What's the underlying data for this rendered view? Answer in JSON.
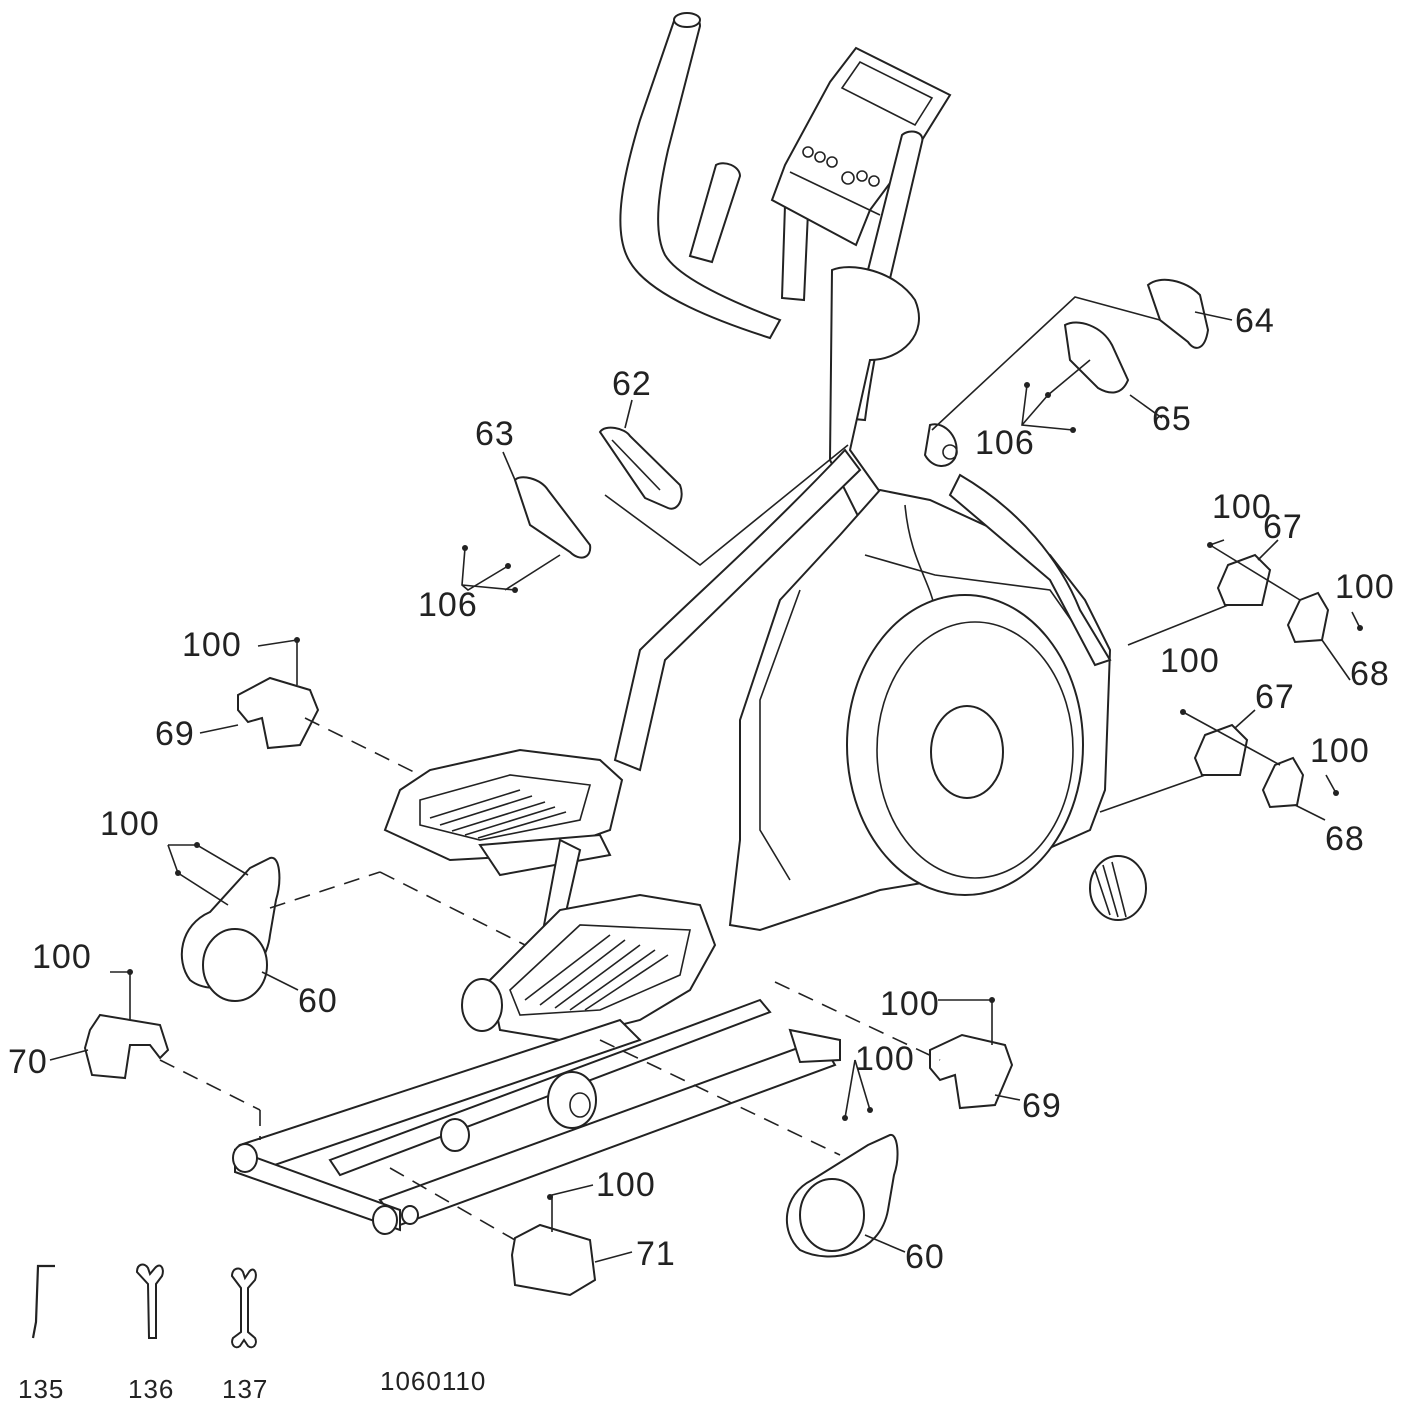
{
  "drawing_code": "1060110",
  "callouts": {
    "c62": "62",
    "c63": "63",
    "c64": "64",
    "c65": "65",
    "c106_left": "106",
    "c106_right": "106",
    "c67_top": "67",
    "c67_mid": "67",
    "c68_top": "68",
    "c68_mid": "68",
    "c100_r1": "100",
    "c100_r2": "100",
    "c100_r3": "100",
    "c100_r4": "100",
    "c100_l69": "100",
    "c100_l60": "100",
    "c100_l70": "100",
    "c100_r69": "100",
    "c100_r60": "100",
    "c100_71": "100",
    "c69_left": "69",
    "c69_right": "69",
    "c60_left": "60",
    "c60_right": "60",
    "c70": "70",
    "c71": "71"
  },
  "tools": [
    {
      "label": "135",
      "icon": "allen-key-icon"
    },
    {
      "label": "136",
      "icon": "wrench-icon"
    },
    {
      "label": "137",
      "icon": "double-wrench-icon"
    }
  ]
}
